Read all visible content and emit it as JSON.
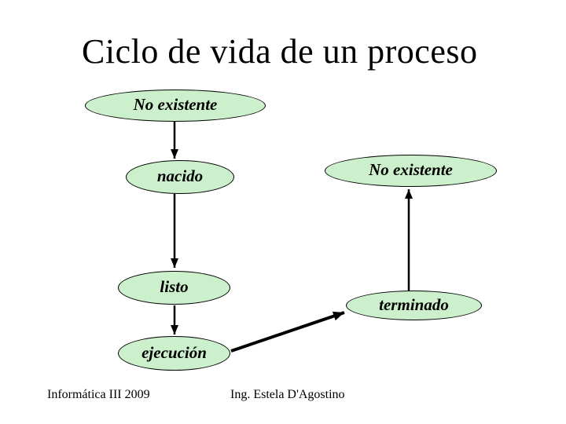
{
  "slide": {
    "title": "Ciclo de vida de un proceso",
    "background_color": "#FFFFFF",
    "title_color": "#000000"
  },
  "diagram": {
    "node_fill_color": "#CCEFCC",
    "node_border_color": "#000000",
    "arrow_color": "#000000",
    "nodes": [
      {
        "id": "no-existente-izq",
        "label": "No existente"
      },
      {
        "id": "nacido",
        "label": "nacido"
      },
      {
        "id": "listo",
        "label": "listo"
      },
      {
        "id": "ejecucion",
        "label": "ejecución"
      },
      {
        "id": "no-existente-der",
        "label": "No existente"
      },
      {
        "id": "terminado",
        "label": "terminado"
      }
    ],
    "edges": [
      {
        "from": "no-existente-izq",
        "to": "nacido"
      },
      {
        "from": "nacido",
        "to": "listo"
      },
      {
        "from": "listo",
        "to": "ejecucion"
      },
      {
        "from": "ejecucion",
        "to": "terminado"
      },
      {
        "from": "terminado",
        "to": "no-existente-der"
      }
    ]
  },
  "footer": {
    "course": "Informática III 2009",
    "author": "Ing. Estela D'Agostino"
  }
}
